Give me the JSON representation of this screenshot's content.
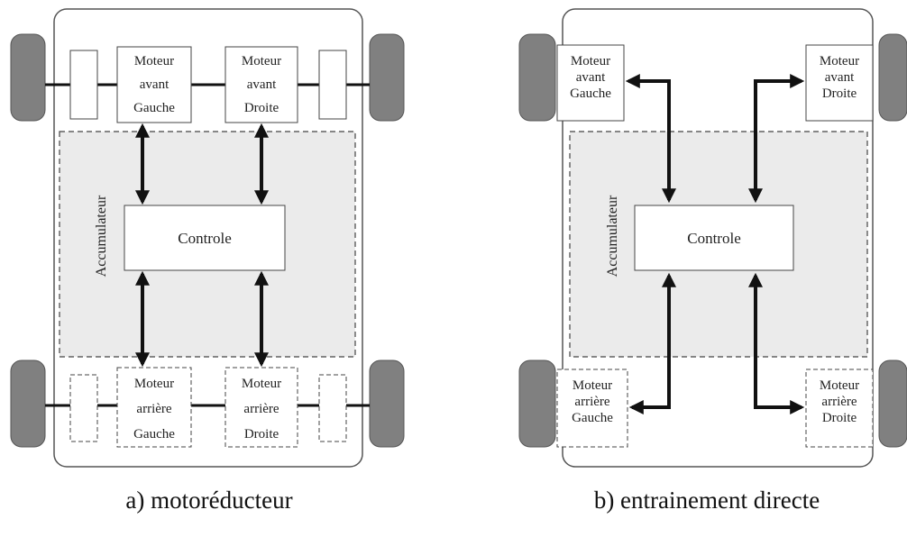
{
  "diagram_a": {
    "motor_front_left": [
      "Moteur",
      "avant",
      "Gauche"
    ],
    "motor_front_right": [
      "Moteur",
      "avant",
      "Droite"
    ],
    "motor_rear_left": [
      "Moteur",
      "arrière",
      "Gauche"
    ],
    "motor_rear_right": [
      "Moteur",
      "arrière",
      "Droite"
    ],
    "control": "Controle",
    "accumulator": "Accumulateur",
    "caption": "a) motoréducteur"
  },
  "diagram_b": {
    "motor_front_left": [
      "Moteur",
      "avant",
      "Gauche"
    ],
    "motor_front_right": [
      "Moteur",
      "avant",
      "Droite"
    ],
    "motor_rear_left": [
      "Moteur",
      "arrière",
      "Gauche"
    ],
    "motor_rear_right": [
      "Moteur",
      "arrière",
      "Droite"
    ],
    "control": "Controle",
    "accumulator": "Accumulateur",
    "caption": "b) entrainement directe"
  },
  "colors": {
    "wheel": "#808080",
    "zone": "#ebebeb",
    "line": "#111111"
  }
}
